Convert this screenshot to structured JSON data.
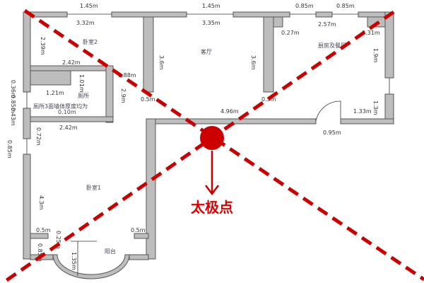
{
  "rooms": {
    "bedroom2": "卧室2",
    "living": "客厅",
    "kitchen": "厨房及餐厅",
    "bathroom": "厕所",
    "bathroom_note": "厕所3面墙体厚度均为",
    "bathroom_note2": "0.10m",
    "bedroom1": "卧室1",
    "balcony": "阳台"
  },
  "dims": {
    "top1": "1.45m",
    "top2": "1.45m",
    "top3": "0.85m",
    "top4": "0.85m",
    "bed2_w": "3.32m",
    "living_w": "3.35m",
    "kitchen_w": "2.57m",
    "k027": "0.27m",
    "k031": "0.31m",
    "bed2_h": "2.39m",
    "living_h1": "3.6m",
    "living_h2": "3.6m",
    "kitchen_h1": "1.9m",
    "kitchen_h2": "1.3m",
    "bath_top": "2.42m",
    "bath_h": "1.01m",
    "bath_w": "1.21m",
    "d088": "0.88m",
    "d29": "2.9m",
    "d05a": "0.5m",
    "d05b": "0.5m",
    "left1": "0.36m",
    "left2": "0.85m",
    "left3": "0.43m",
    "bath_bottom": "2.42m",
    "d072": "0.72m",
    "d085": "0.85m",
    "hall_w": "4.96m",
    "k133": "1.33m",
    "door": "0.95m",
    "bed1_h": "4.3m",
    "b05l": "0.5m",
    "b05r": "0.5m",
    "b025": "0.25m",
    "b085": "0.85m",
    "b13": "1.35m"
  },
  "taiji_label": "太极点",
  "colors": {
    "marker": "#cc0000",
    "wall": "#bdbdbd"
  }
}
